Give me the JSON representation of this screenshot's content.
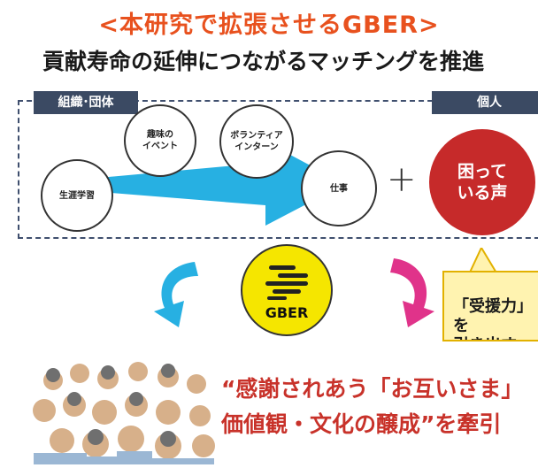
{
  "title": "<本研究で拡張させるGBER>",
  "subtitle": "貢献寿命の延伸につながるマッチングを推進",
  "org_label": "組織･団体",
  "individual_label": "個人",
  "circles": {
    "lifelong_learning": "生涯学習",
    "hobby_event": "趣味の\nイベント",
    "volunteer_intern": "ボランティア\nインターン",
    "work": "仕事"
  },
  "plus_sign": "+",
  "troubled_voice": "困って\nいる声",
  "callout": "「受援力」を\n引き出す",
  "logo_text": "GBER",
  "bottom": {
    "line1": "“感謝されあう「お互いさま」",
    "line2": "価値観・文化の醸成”を牽引"
  },
  "colors": {
    "title": "#e8511e",
    "arrow_blue": "#27b0e2",
    "red": "#c62a2a",
    "magenta": "#e0338a",
    "logo_yellow": "#f5e600",
    "callout_fill": "#fff3b0",
    "tag_bg": "#3b4a63"
  }
}
